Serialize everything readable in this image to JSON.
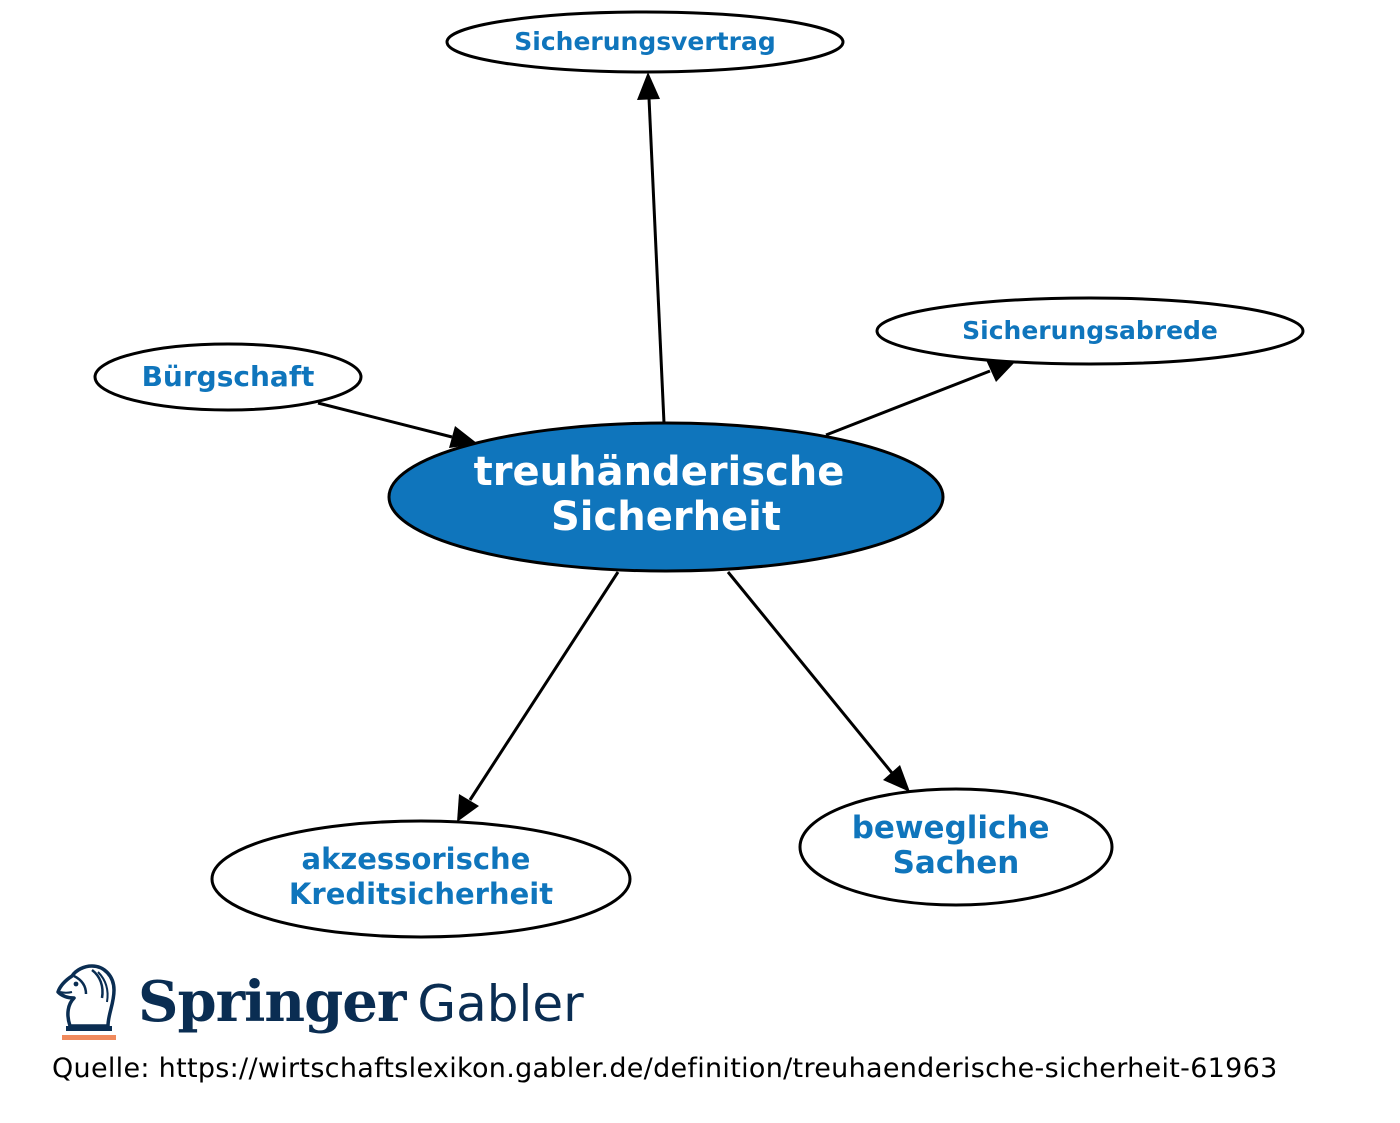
{
  "center": {
    "lines": [
      "treuhänderische",
      "Sicherheit"
    ]
  },
  "nodes": {
    "sicherungsvertrag": {
      "lines": [
        "Sicherungsvertrag"
      ]
    },
    "sicherungsabrede": {
      "lines": [
        "Sicherungsabrede"
      ]
    },
    "buergschaft": {
      "lines": [
        "Bürgschaft"
      ]
    },
    "akzessorische": {
      "lines": [
        "akzessorische",
        "Kreditsicherheit"
      ]
    },
    "bewegliche": {
      "lines": [
        "bewegliche",
        "Sachen"
      ]
    }
  },
  "brand": {
    "springer": "Springer",
    "gabler": "Gabler"
  },
  "source": {
    "text": "Quelle: https://wirtschaftslexikon.gabler.de/definition/treuhaenderische-sicherheit-61963"
  },
  "colors": {
    "accent": "#0f75bc",
    "brand_navy": "#0a2d52",
    "brand_orange": "#f08a5d"
  },
  "icons": [
    "springer-knight-logo-icon"
  ]
}
